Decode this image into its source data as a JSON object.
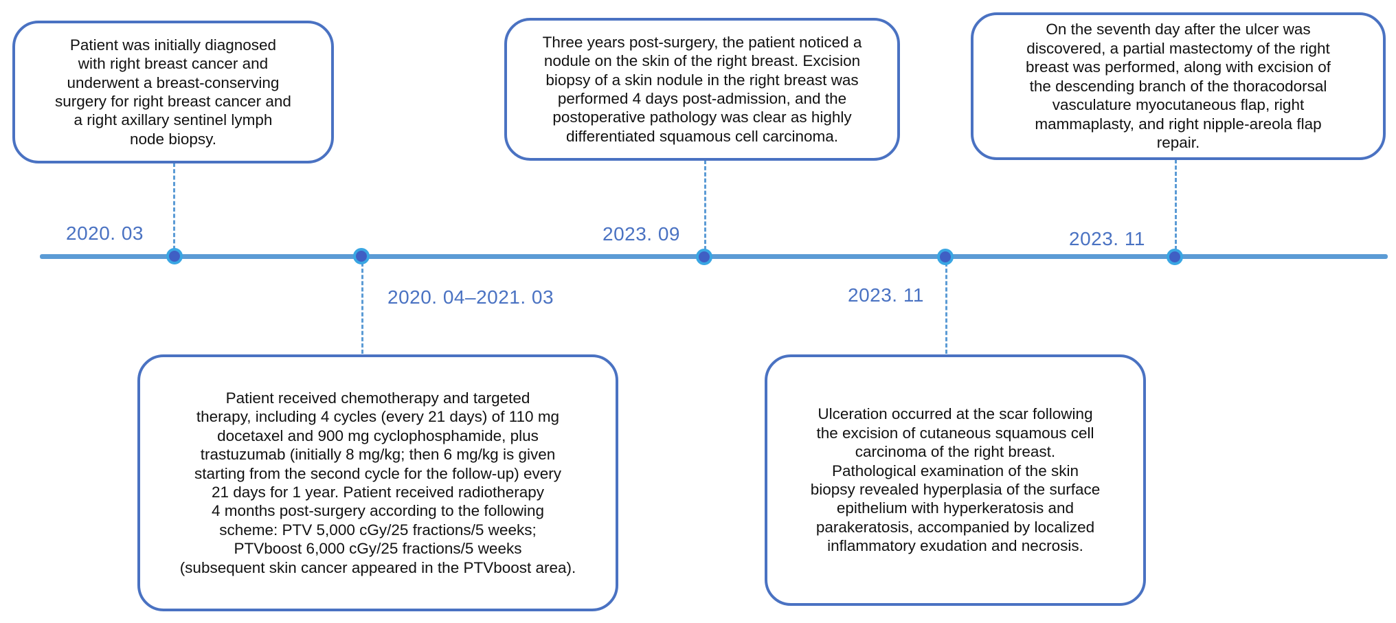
{
  "colors": {
    "timeline": "#5b9bd5",
    "box_border": "#4a72c2",
    "date_text": "#4a72c2",
    "connector": "#5b9bd5",
    "dot_fill": "#3f5fc4",
    "dot_ring": "#3aa6e3"
  },
  "events": [
    {
      "date": "2020. 03",
      "text": "Patient was initially diagnosed\nwith right breast cancer and\nunderwent a breast-conserving\nsurgery for right breast cancer and\na right axillary sentinel lymph\nnode biopsy."
    },
    {
      "date": "2020. 04–2021. 03",
      "text": "Patient received chemotherapy and targeted\ntherapy, including 4 cycles (every 21 days) of 110 mg\ndocetaxel and 900 mg cyclophosphamide, plus\ntrastuzumab (initially 8 mg/kg; then 6 mg/kg is given\nstarting from the second cycle for the follow-up) every\n21 days for 1 year. Patient received radiotherapy\n4 months post-surgery according to the following\nscheme: PTV 5,000 cGy/25 fractions/5 weeks;\nPTVboost 6,000 cGy/25 fractions/5 weeks\n(subsequent skin cancer appeared in the PTVboost area)."
    },
    {
      "date": "2023. 09",
      "text": "Three years post-surgery, the patient noticed a\nnodule on the skin of the right breast. Excision\nbiopsy of a skin nodule in the right breast was\nperformed 4 days post-admission, and the\npostoperative pathology was clear as highly\ndifferentiated squamous cell carcinoma."
    },
    {
      "date": "2023. 11",
      "text": "Ulceration occurred at the scar following\nthe excision of cutaneous squamous cell\ncarcinoma of the right breast.\nPathological examination of the skin\nbiopsy revealed hyperplasia of the surface\nepithelium with hyperkeratosis and\nparakeratosis, accompanied by localized\ninflammatory exudation and necrosis."
    },
    {
      "date": "2023. 11",
      "text": "On the seventh day after the ulcer was\ndiscovered, a partial mastectomy of the right\nbreast was performed, along with excision of\nthe descending branch of the thoracodorsal\nvasculature myocutaneous flap, right\nmammaplasty, and right nipple-areola flap\nrepair."
    }
  ]
}
